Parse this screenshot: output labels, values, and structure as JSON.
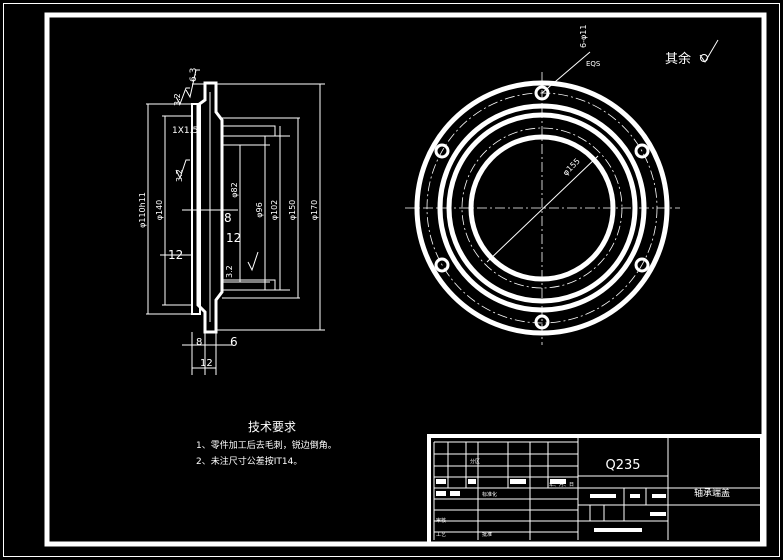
{
  "notes": {
    "title": "技术要求",
    "lines": [
      "1、零件加工后去毛刺，锐边倒角。",
      "2、未注尺寸公差按IT14。"
    ]
  },
  "roughness_note": "其余",
  "section_view": {
    "dimensions": {
      "d_side_left": "φ110h11",
      "d_left": "φ140",
      "d_inner": "φ82",
      "d_mid1": "φ96",
      "d_mid2": "φ102",
      "d_mid3": "φ150",
      "d_outer": "φ170",
      "d_8": "8",
      "d_12_top": "12",
      "d_12_left": "12",
      "chamfer": "1X1.5",
      "bottom_8": "8",
      "bottom_12": "12",
      "bottom_6": "6",
      "roughness_1": "6.3",
      "roughness_2": "3.2",
      "roughness_3": "3.2",
      "roughness_4": "3.2"
    }
  },
  "plan_view": {
    "hole_note_top": "6-φ11",
    "hole_note_bottom": "EQS",
    "diameter_label": "φ155"
  },
  "title_block": {
    "material": "Q235",
    "part_name": "轴承端盖",
    "row_labels": [
      "分区",
      "年、月、日",
      "标准化",
      "审核",
      "工艺",
      "批准"
    ]
  }
}
